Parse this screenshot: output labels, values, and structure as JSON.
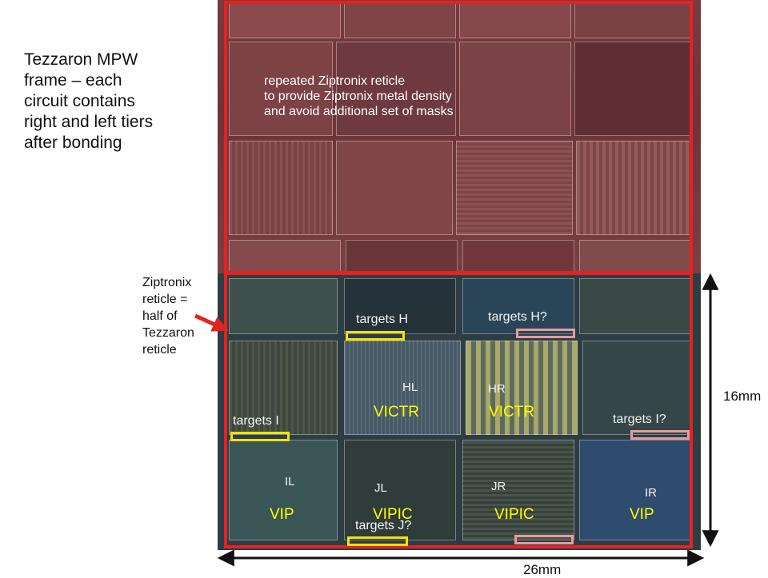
{
  "intro_text": [
    "Tezzaron MPW",
    "frame – each",
    "circuit contains",
    "right and left tiers",
    "after bonding"
  ],
  "callout_text": [
    "Ziptronix",
    "reticle =",
    "half of",
    "Tezzaron",
    "reticle"
  ],
  "note_text": [
    "repeated Ziptronix reticle",
    "to provide Ziptronix metal density",
    "and avoid additional set of masks"
  ],
  "dimensions": {
    "height": "16mm",
    "width": "26mm"
  },
  "targets": {
    "h_left": "targets H",
    "h_right": "targets H?",
    "i_left": "targets I",
    "i_right": "targets I?",
    "j": "targets J?"
  },
  "cell_labels": {
    "hl": "HL",
    "hr": "HR",
    "il": "IL",
    "jl": "JL",
    "jr": "JR",
    "ir": "IR"
  },
  "chips": {
    "victr_left": "VICTR",
    "victr_right": "VICTR",
    "vip_left": "VIP",
    "vipic_left": "VIPIC",
    "vipic_right": "VIPIC",
    "vip_right": "VIP"
  },
  "colors": {
    "frame": "#e52222",
    "target_yellow": "#f2e200",
    "target_pink": "#e89aa0",
    "chip_label": "#ffff00"
  }
}
